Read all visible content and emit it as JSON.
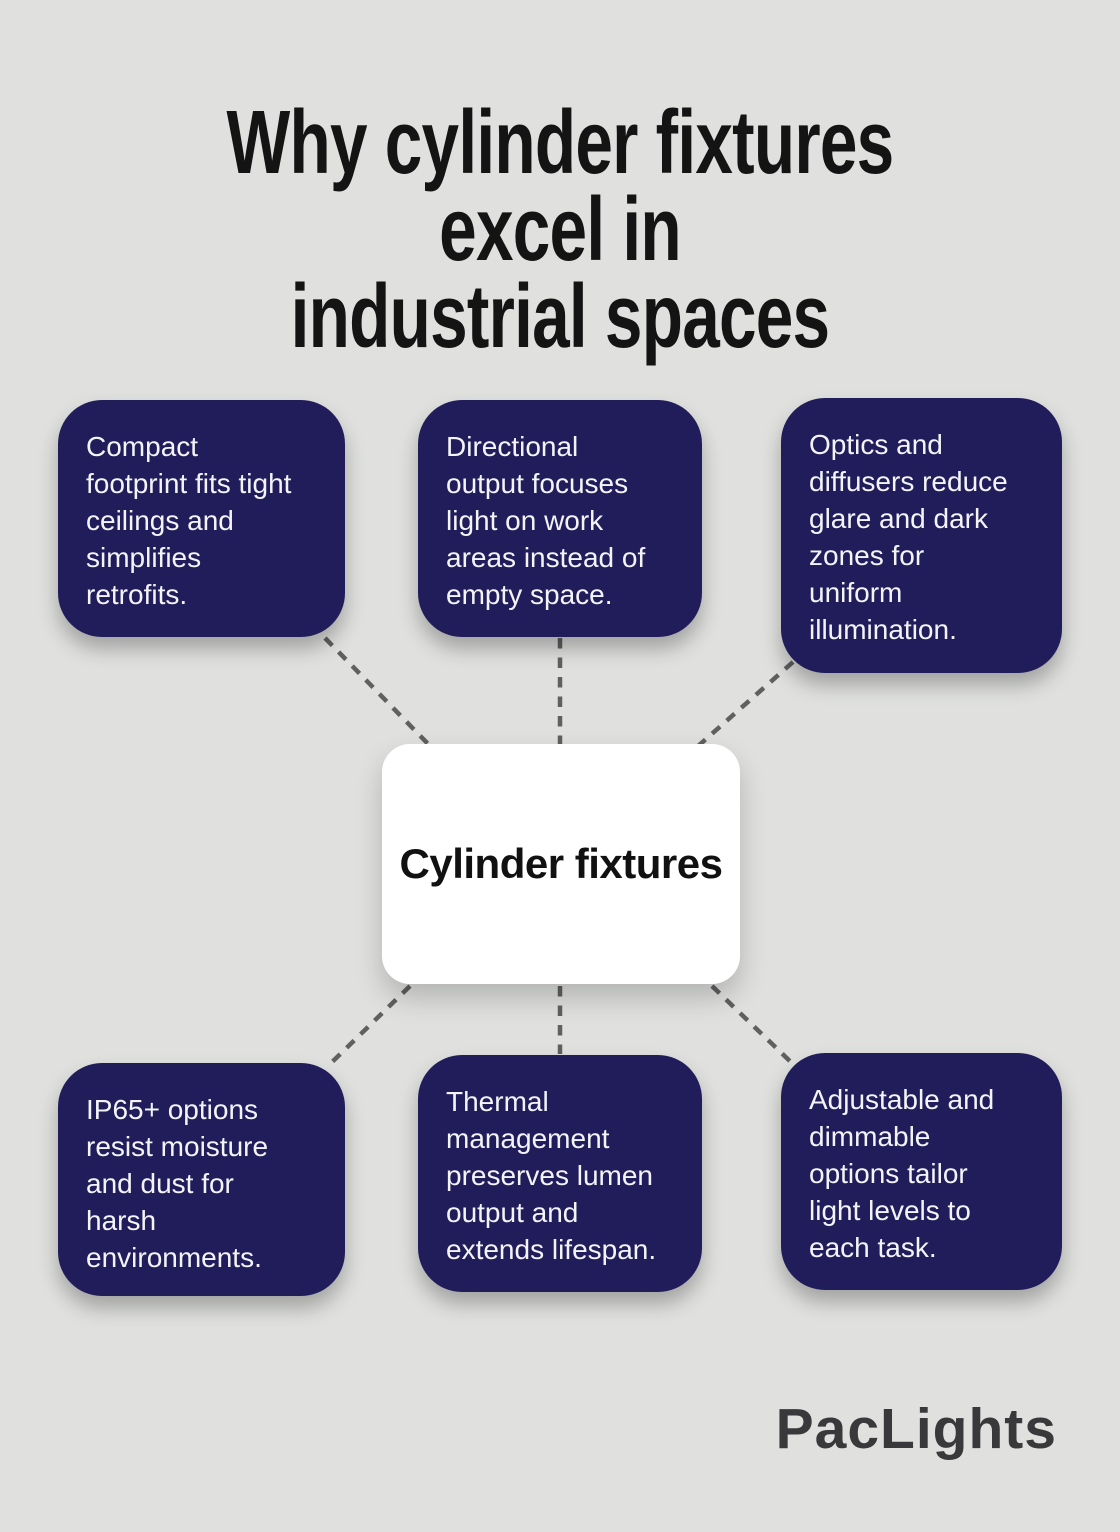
{
  "title": "Why cylinder fixtures excel in\nindustrial spaces",
  "center_node": {
    "label": "Cylinder fixtures"
  },
  "benefit_nodes": [
    {
      "position": "top-left",
      "text": "Compact\nfootprint fits tight\nceilings and\nsimplifies\nretrofits."
    },
    {
      "position": "top-middle",
      "text": "Directional\noutput focuses\nlight on work\nareas instead of\nempty space."
    },
    {
      "position": "top-right",
      "text": "Optics and\ndiffusers reduce\nglare and dark\nzones for\nuniform\nillumination."
    },
    {
      "position": "bottom-left",
      "text": "IP65+ options\nresist moisture\nand dust for\nharsh\nenvironments."
    },
    {
      "position": "bottom-middle",
      "text": "Thermal\nmanagement\npreserves lumen\noutput and\nextends lifespan."
    },
    {
      "position": "bottom-right",
      "text": "Adjustable and\ndimmable\noptions tailor\nlight levels to\neach task."
    }
  ],
  "brand": {
    "wordmark": "PacLights"
  },
  "colors": {
    "background": "#e0e1df",
    "node_background": "#211d5b",
    "node_text": "#f4f4f8",
    "center_background": "#ffffff",
    "center_text": "#111111",
    "title_text": "#141414",
    "connector_line": "#606060",
    "logo_text": "#39383a"
  }
}
